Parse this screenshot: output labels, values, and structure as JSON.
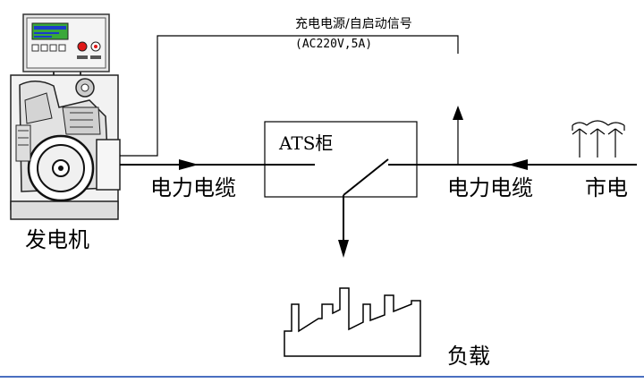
{
  "labels": {
    "generator": "发电机",
    "cable_left": "电力电缆",
    "cable_right": "电力电缆",
    "ats": "ATS柜",
    "utility": "市电",
    "load": "负载",
    "signal_line1": "充电电源/自启动信号",
    "signal_line2": "(AC220V,5A)"
  },
  "colors": {
    "line": "#000000",
    "panel_screen": "#3aa83a",
    "panel_screen_text": "#1a3cc8",
    "indicator_red": "#e01818",
    "background": "#ffffff"
  },
  "icons": {
    "generator": "generator-icon",
    "utility_tower": "power-tower-icon",
    "load": "factory-icon"
  }
}
